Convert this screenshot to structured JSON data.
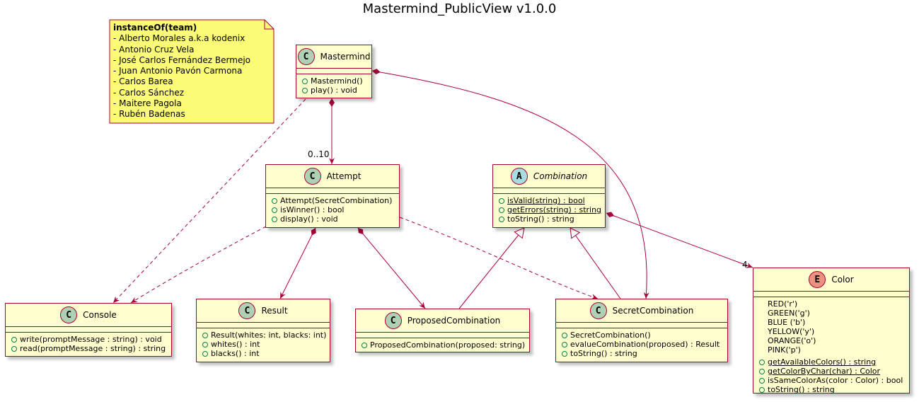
{
  "title": "Mastermind_PublicView v1.0.0",
  "note": {
    "heading": "instanceOf(team)",
    "members": [
      "- Alberto Morales a.k.a kodenix",
      "- Antonio Cruz Vela",
      "- José Carlos Fernández Bermejo",
      "- Juan Antonio Pavón Carmona",
      "- Carlos Barea",
      "- Carlos Sánchez",
      "- Maitere Pagola",
      "- Rubén Badenas"
    ]
  },
  "classes": {
    "mastermind": {
      "stereotype": "C",
      "name": "Mastermind",
      "members": [
        "Mastermind()",
        "play() : void"
      ]
    },
    "attempt": {
      "stereotype": "C",
      "name": "Attempt",
      "members": [
        "Attempt(SecretCombination)",
        "isWinner() : bool",
        "display() : void"
      ]
    },
    "combination": {
      "stereotype": "A",
      "name": "Combination",
      "members": [
        "isValid(string) : bool",
        "getErrors(string) : string",
        "toString() : string"
      ]
    },
    "console": {
      "stereotype": "C",
      "name": "Console",
      "members": [
        "write(promptMessage : string) : void",
        "read(promptMessage : string) : string"
      ]
    },
    "result": {
      "stereotype": "C",
      "name": "Result",
      "members": [
        "Result(whites: int, blacks: int)",
        "whites() : int",
        "blacks() : int"
      ]
    },
    "proposed": {
      "stereotype": "C",
      "name": "ProposedCombination",
      "members": [
        "ProposedCombination(proposed: string)"
      ]
    },
    "secret": {
      "stereotype": "C",
      "name": "SecretCombination",
      "members": [
        "SecretCombination()",
        "evalueCombination(proposed) : Result",
        "toString() : string"
      ]
    },
    "color": {
      "stereotype": "E",
      "name": "Color",
      "values": [
        "RED('r')",
        "GREEN('g')",
        "BLUE ('b')",
        "YELLOW('y')",
        "ORANGE('o')",
        "PINK('p')"
      ],
      "members": [
        "getAvailableColors() : string",
        "getColorByChar(char) : Color",
        "isSameColorAs(color : Color) : bool",
        "toString() : string"
      ]
    }
  },
  "multiplicities": {
    "attempt": "0..10",
    "color": "4"
  },
  "colors": {
    "class_fill": "#FEFECE",
    "border": "#A80036",
    "note_fill": "#FBFB77",
    "class_badge": "#ADD1B2",
    "abstract_badge": "#A9DCDF",
    "enum_badge": "#EB937F",
    "public_marker": "#038048"
  }
}
